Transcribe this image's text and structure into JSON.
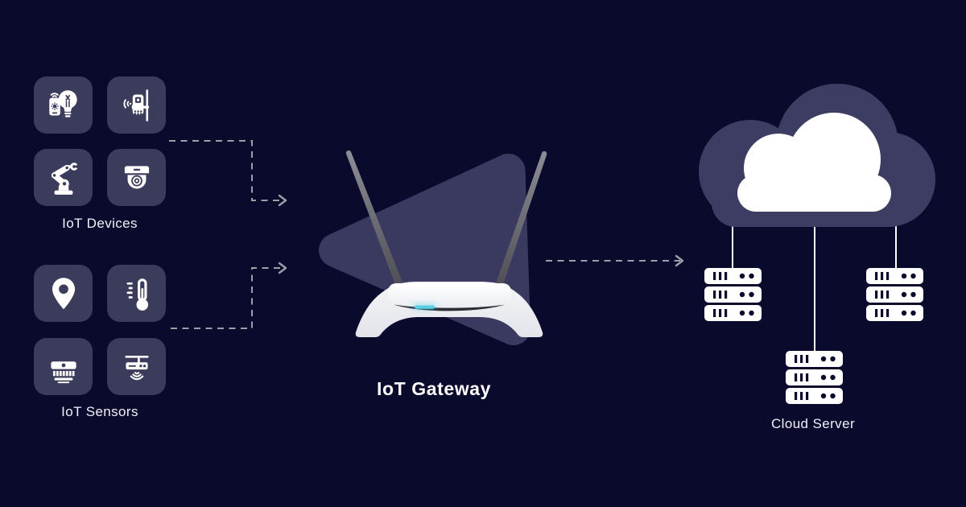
{
  "labels": {
    "devices_group": "IoT Devices",
    "sensors_group": "IoT Sensors",
    "gateway": "IoT Gateway",
    "cloud_server": "Cloud Server"
  },
  "devices_group": {
    "label": "IoT Devices",
    "icons": [
      "smart-lighting-icon",
      "smart-door-lock-icon",
      "robotic-arm-icon",
      "cctv-camera-icon"
    ]
  },
  "sensors_group": {
    "label": "IoT Sensors",
    "icons": [
      "location-sensor-icon",
      "temperature-sensor-icon",
      "smoke-detector-icon",
      "motion-sensor-icon"
    ]
  },
  "gateway": {
    "label": "IoT Gateway",
    "device": "wireless-router",
    "antennas": 2
  },
  "cloud_server": {
    "label": "Cloud Server",
    "server_stacks": 3,
    "units_per_stack": 3
  },
  "connections": [
    {
      "from": "iot-devices",
      "to": "iot-gateway",
      "type": "dashed-arrow"
    },
    {
      "from": "iot-sensors",
      "to": "iot-gateway",
      "type": "dashed-arrow"
    },
    {
      "from": "iot-gateway",
      "to": "cloud-server",
      "type": "dashed-arrow"
    }
  ],
  "colors": {
    "background": "#0a0a2d",
    "tile": "#3b3b5c",
    "accent_triangle": "#3a3a61",
    "cloud_shape": "#3d3d63",
    "foreground": "#ffffff",
    "arrow": "#9aa0a8",
    "router_led": "#57cfe8"
  }
}
